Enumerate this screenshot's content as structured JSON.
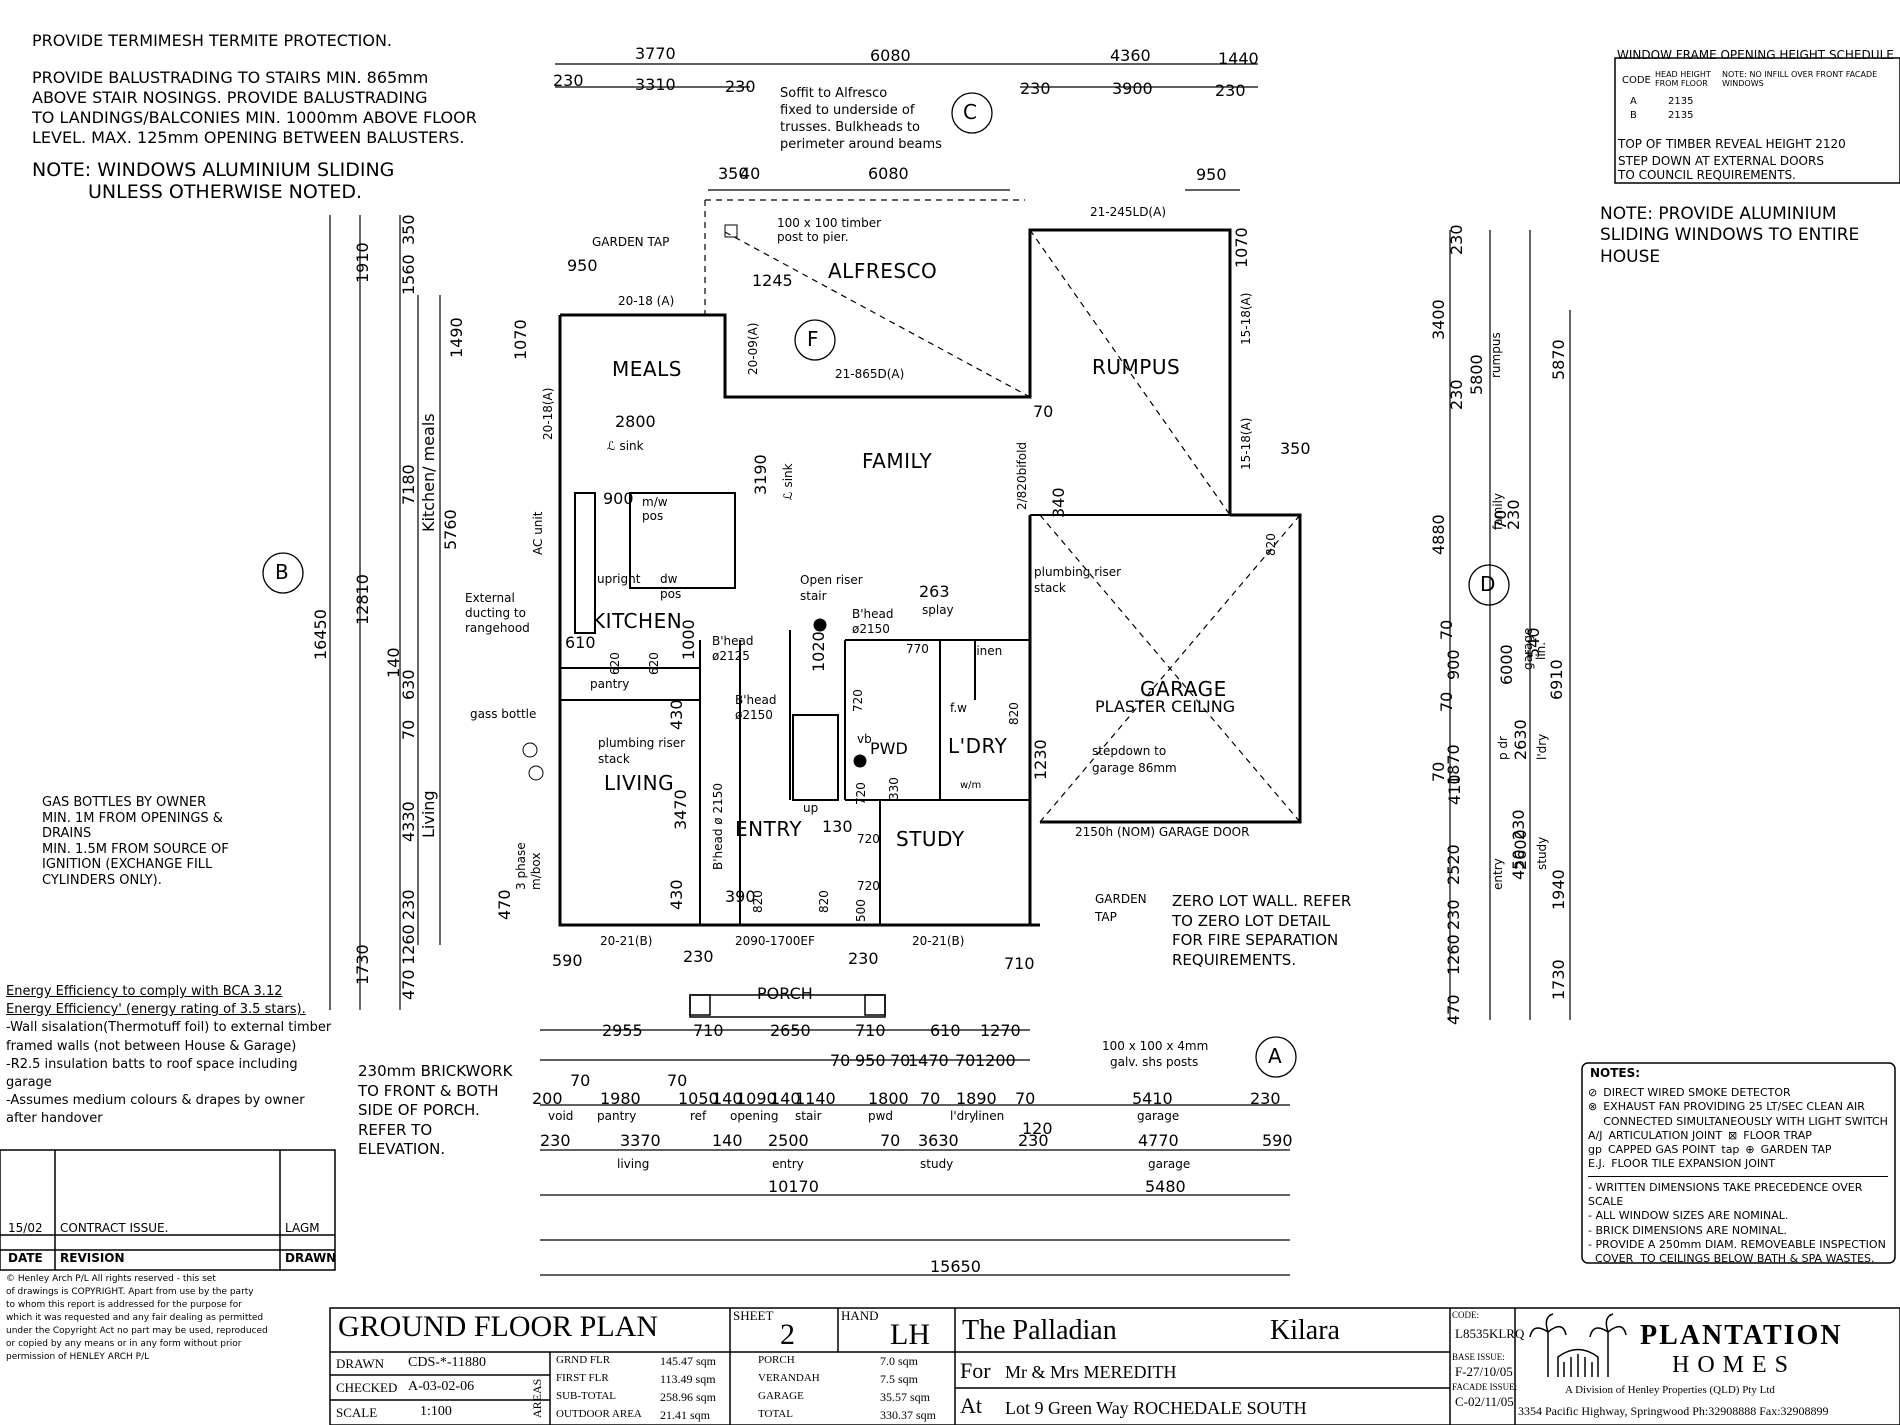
{
  "notes_top_left": {
    "termite": "PROVIDE TERMIMESH TERMITE PROTECTION.",
    "balustrade": [
      "PROVIDE BALUSTRADING TO STAIRS MIN. 865mm",
      "ABOVE STAIR NOSINGS. PROVIDE BALUSTRADING",
      "TO LANDINGS/BALCONIES MIN. 1000mm ABOVE FLOOR",
      "LEVEL. MAX. 125mm OPENING BETWEEN BALUSTERS."
    ],
    "windows": [
      "NOTE: WINDOWS ALUMINIUM SLIDING",
      "UNLESS OTHERWISE NOTED."
    ]
  },
  "window_schedule": {
    "title": "WINDOW FRAME OPENING HEIGHT SCHEDULE",
    "col_code": "CODE",
    "col_head": "HEAD HEIGHT FROM FLOOR",
    "col_note": "NOTE: NO INFILL OVER FRONT FACADE WINDOWS",
    "rows": [
      {
        "code": "A",
        "height": "2135"
      },
      {
        "code": "B",
        "height": "2135"
      }
    ],
    "timber": "TOP OF TIMBER REVEAL HEIGHT 2120",
    "step": [
      "STEP DOWN AT EXTERNAL DOORS",
      "TO COUNCIL REQUIREMENTS."
    ]
  },
  "note_right": [
    "NOTE: PROVIDE ALUMINIUM",
    "SLIDING WINDOWS TO ENTIRE",
    "HOUSE"
  ],
  "gas_note": [
    "GAS BOTTLES BY OWNER",
    "MIN. 1M FROM OPENINGS &",
    "DRAINS",
    "MIN. 1.5M FROM SOURCE OF",
    "IGNITION (EXCHANGE FILL",
    "CYLINDERS ONLY)."
  ],
  "energy_note": [
    "Energy Efficiency to comply with BCA 3.12",
    "Energy Efficiency' (energy rating of 3.5 stars).",
    "-Wall sisalation(Thermotuff foil) to external timber",
    "framed walls (not between House & Garage)",
    "-R2.5 insulation batts to roof space including",
    "garage",
    "-Assumes medium colours & drapes by owner",
    "after handover"
  ],
  "brickwork_note": [
    "230mm BRICKWORK",
    "TO FRONT & BOTH",
    "SIDE OF PORCH.",
    "REFER TO",
    "ELEVATION."
  ],
  "soffit_note": [
    "Soffit to Alfresco",
    "fixed to underside of",
    "trusses. Bulkheads to",
    "perimeter around beams"
  ],
  "zero_lot_note": [
    "ZERO LOT WALL. REFER",
    "TO ZERO LOT DETAIL",
    "FOR FIRE SEPARATION",
    "REQUIREMENTS."
  ],
  "rooms": {
    "alfresco": "ALFRESCO",
    "meals": "MEALS",
    "family": "FAMILY",
    "rumpus": "RUMPUS",
    "kitchen": "KITCHEN",
    "living": "LIVING",
    "entry": "ENTRY",
    "study": "STUDY",
    "garage": "GARAGE",
    "plaster": "PLASTER CEILING",
    "ldry": "L'DRY",
    "pwd": "PWD",
    "porch": "PORCH",
    "pantry": "pantry",
    "linen": "linen"
  },
  "labels": {
    "garden_tap": "GARDEN TAP",
    "garden_tap2": [
      "GARDEN",
      "TAP"
    ],
    "timber_post": [
      "100 x 100 timber",
      "post to pier."
    ],
    "plumbing1": [
      "plumbing riser",
      "stack"
    ],
    "plumbing2": [
      "plumbing riser",
      "stack"
    ],
    "external_duct": [
      "External",
      "ducting to",
      "rangehood"
    ],
    "gas_bottle": "gass bottle",
    "ac_unit": "AC unit",
    "open_riser": [
      "Open riser",
      "stair"
    ],
    "bhead_2150a": [
      "B'head",
      "ø2150"
    ],
    "bhead_2125": [
      "B'head",
      "ø2125"
    ],
    "bhead_2150b": [
      "B'head",
      "ø2150"
    ],
    "bhead_vert": "B'head ø 2150",
    "stepdown": [
      "stepdown to",
      "garage 86mm"
    ],
    "garage_door": "2150h (NOM) GARAGE DOOR",
    "shs_posts": [
      "100 x 100 x 4mm",
      "galv. shs posts"
    ],
    "door_bottom": "2090-1700EF",
    "w_21_245": "21-245LD(A)",
    "w_21_865": "21-865D(A)",
    "w_20_18a": "20-18 (A)",
    "w_20_18a_v": "20-18(A)",
    "w_20_09": "20-09(A)",
    "w_15_18a": "15-18(A)",
    "w_15_18b": "15-18(A)",
    "w_20_21a": "20-21(B)",
    "w_20_21b": "20-21(B)",
    "bifold": "2/820bifold",
    "upright": "upright",
    "dw_pos": [
      "dw",
      "pos"
    ],
    "mw_pos": [
      "m/w",
      "pos"
    ],
    "sink1": "ℒ sink",
    "sink2": "ℒ sink",
    "up": "up",
    "fw": "f.w",
    "vb": "vb",
    "wm": "w/m",
    "splay": "splay",
    "meter": [
      "3 phase",
      "m/box"
    ]
  },
  "dims_top": {
    "d3770": "3770",
    "d6080": "6080",
    "d4360": "4360",
    "d1440": "1440",
    "d230a": "230",
    "d3310": "3310",
    "d230b": "230",
    "d230c": "230",
    "d3900": "3900",
    "d230d": "230",
    "d350": "350",
    "d40": "40",
    "d6080b": "6080",
    "d950": "950",
    "d950b": "950",
    "d1245": "1245",
    "d1070": "1070"
  },
  "dims_left": {
    "d16450": "16450",
    "d1910": "1910",
    "d12810": "12810",
    "d1730": "1730",
    "d350": "350",
    "d1560": "1560",
    "d230": "230",
    "d1490": "1490",
    "d7180": "7180",
    "d5760": "5760",
    "d140": "140",
    "d630": "630",
    "d70": "70",
    "d4330": "4330",
    "d1260": "1260",
    "d470": "470",
    "kitchen_meals": "Kitchen/ meals",
    "living": "Living"
  },
  "dims_interior": {
    "d2800": "2800",
    "d3190": "3190",
    "d900": "900",
    "d610": "610",
    "d620a": "620",
    "d620b": "620",
    "d1000": "1000",
    "d1020": "1020",
    "d470": "470",
    "d430a": "430",
    "d3470": "3470",
    "d430b": "430",
    "d390": "390",
    "d820a": "820",
    "d820b": "820",
    "d130": "130",
    "d720a": "720",
    "d720b": "720",
    "d720c": "720",
    "d720d": "720",
    "d500": "500",
    "d770": "770",
    "d330": "330",
    "d1230": "1230",
    "d820c": "820",
    "d820d": "820",
    "d263": "263",
    "d340": "340",
    "d70": "70",
    "d590": "590",
    "d710": "710",
    "d230a": "230",
    "d230b": "230",
    "d350": "350",
    "d1070": "1070"
  },
  "dims_bottom": {
    "row1": [
      "2955",
      "710",
      "2650",
      "710",
      "610",
      "1270"
    ],
    "row2": [
      "70",
      "950",
      "70",
      "1470",
      "70",
      "1200"
    ],
    "row3": [
      "200",
      "70",
      "1980",
      "70",
      "1050",
      "140",
      "1090",
      "140",
      "1140",
      "1800",
      "70",
      "1890",
      "70",
      "5410",
      "230"
    ],
    "row3_labels": [
      "void",
      "pantry",
      "ref",
      "opening",
      "stair",
      "pwd",
      "l'dry",
      "linen",
      "garage"
    ],
    "row4": [
      "230",
      "3370",
      "140",
      "2500",
      "70",
      "3630",
      "230",
      "120",
      "4770",
      "590"
    ],
    "row4_labels": [
      "living",
      "entry",
      "study",
      "garage"
    ],
    "row5": [
      "10170",
      "5480"
    ],
    "row6": "15650"
  },
  "dims_right": {
    "col1": [
      "230",
      "3400",
      "230",
      "4880",
      "70",
      "900",
      "70",
      "1870",
      "410",
      "70",
      "2520",
      "230",
      "1260",
      "470"
    ],
    "col2": [
      "5800",
      "rumpus",
      "70",
      "family",
      "540",
      "lin.",
      "2630",
      "l'dry",
      "2600",
      "entry",
      "study"
    ],
    "col3": [
      "5870",
      "230",
      "6000",
      "garage",
      "6910",
      "230",
      "450",
      "1940",
      "1730"
    ],
    "labels_p_dr": "p dr",
    "lin": "lin."
  },
  "section_markers": {
    "a": "A",
    "b": "B",
    "c": "C",
    "d": "D",
    "f": "F"
  },
  "legend": {
    "title": "NOTES:",
    "items": [
      "DIRECT WIRED SMOKE DETECTOR",
      "EXHAUST FAN PROVIDING 25 LT/SEC CLEAN AIR CONNECTED SIMULTANEOUSLY WITH LIGHT SWITCH",
      "ARTICULATION JOINT",
      "FLOOR TRAP",
      "CAPPED GAS POINT",
      "GARDEN TAP",
      "FLOOR TILE EXPANSION JOINT"
    ],
    "aj": "A/J",
    "gp": "gp",
    "tap": "tap",
    "ej": "E.J.",
    "bullets": [
      "- WRITTEN DIMENSIONS TAKE PRECEDENCE OVER SCALE",
      "- ALL WINDOW SIZES ARE NOMINAL.",
      "- BRICK DIMENSIONS ARE NOMINAL.",
      "- PROVIDE A 250mm DIAM. REMOVEABLE INSPECTION",
      "  COVER  TO CEILINGS BELOW BATH & SPA WASTES."
    ]
  },
  "revision_table": {
    "rows": [
      {
        "date": "15/02",
        "rev": "CONTRACT ISSUE.",
        "by": "LAGM"
      }
    ],
    "hdr_date": "DATE",
    "hdr_rev": "REVISION",
    "hdr_by": "DRAWN"
  },
  "copyright": [
    "© Henley Arch P/L   All rights reserved - this set",
    "of drawings is COPYRIGHT. Apart from use by the party",
    "to whom this report is addressed for the purpose for",
    "which it was requested and any fair dealing as permitted",
    "under the Copyright Act no part may be used, reproduced",
    "or copied by any means or in any form without prior",
    "permission of HENLEY ARCH P/L"
  ],
  "title_block": {
    "title": "GROUND FLOOR PLAN",
    "sheet_label": "SHEET",
    "sheet": "2",
    "hand_label": "HAND",
    "hand": "LH",
    "drawn_label": "DRAWN",
    "drawn": "CDS-*-11880",
    "checked_label": "CHECKED",
    "checked": "A-03-02-06",
    "scale_label": "SCALE",
    "scale": "1:100",
    "areas_label": "AREAS",
    "areas": [
      {
        "k": "GRND FLR",
        "v": "145.47 sqm",
        "k2": "PORCH",
        "v2": "7.0 sqm"
      },
      {
        "k": "FIRST FLR",
        "v": "113.49 sqm",
        "k2": "VERANDAH",
        "v2": "7.5 sqm"
      },
      {
        "k": "SUB-TOTAL",
        "v": "258.96 sqm",
        "k2": "GARAGE",
        "v2": "35.57 sqm"
      },
      {
        "k": "OUTDOOR AREA",
        "v": "21.41 sqm",
        "k2": "TOTAL",
        "v2": "330.37 sqm"
      }
    ],
    "design": "The Palladian",
    "facade": "Kilara",
    "for_label": "For",
    "for": "Mr & Mrs MEREDITH",
    "at_label": "At",
    "at": "Lot 9 Green Way ROCHEDALE SOUTH",
    "code_label": "CODE:",
    "code": "L8535KLRQ",
    "base_label": "BASE ISSUE:",
    "base": "F-27/10/05",
    "facade_label": "FACADE ISSUE:",
    "facade_issue": "C-02/11/05",
    "brand1": "PLANTATION",
    "brand2": "HOMES",
    "brand_sub": "A Division of Henley Properties (QLD) Pty Ltd",
    "address": "3354 Pacific Highway, Springwood Ph:32908888 Fax:32908899"
  }
}
